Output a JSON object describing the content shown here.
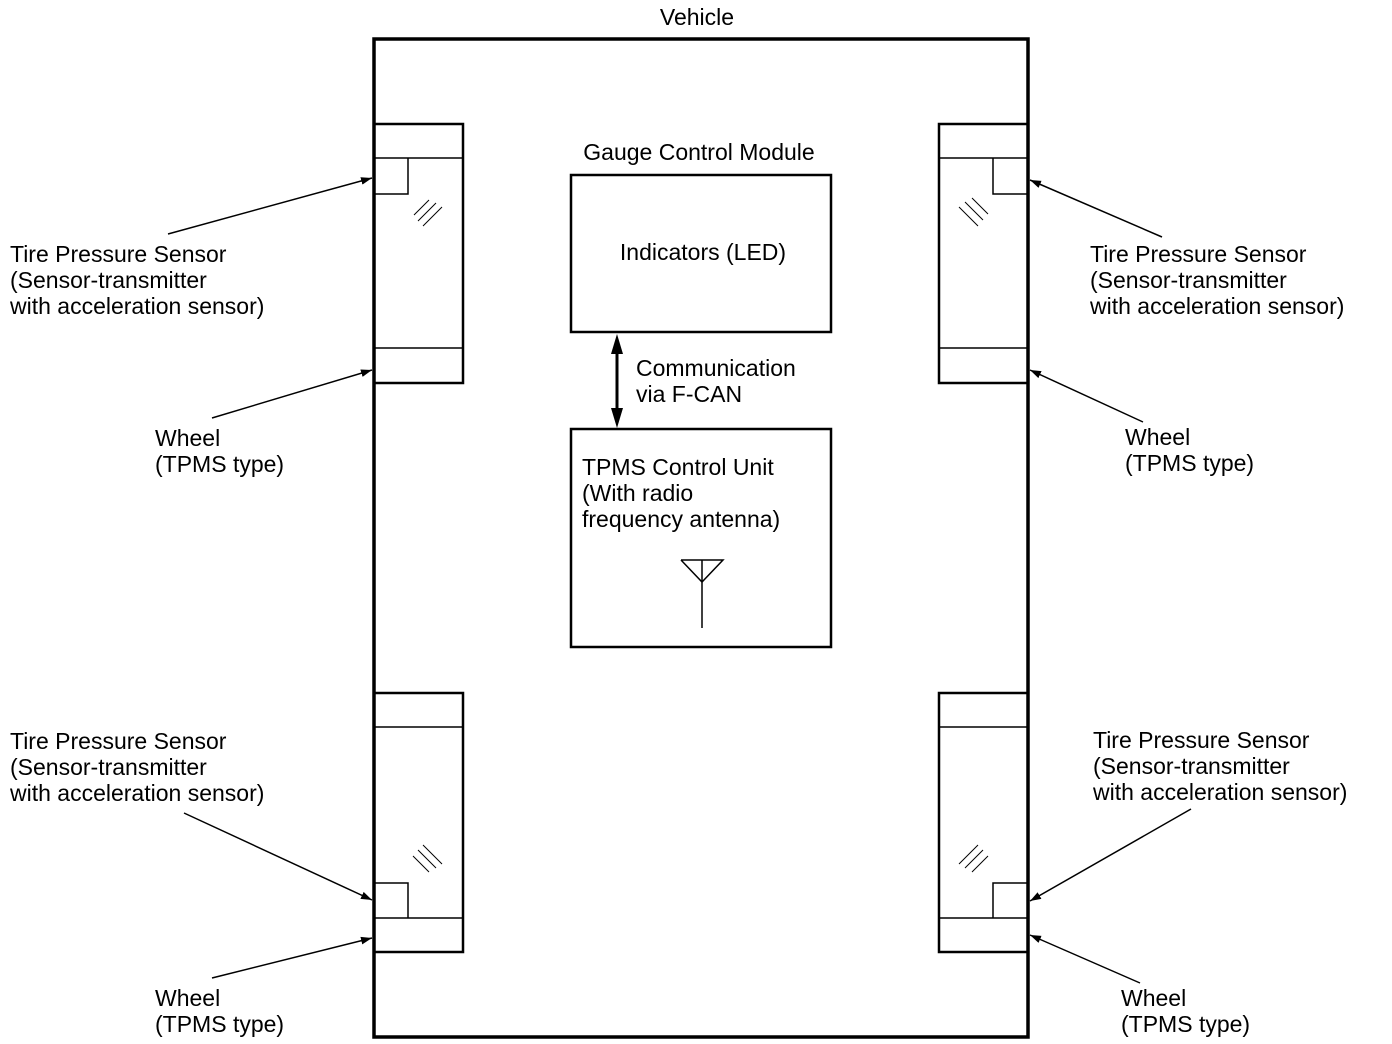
{
  "vehicle": {
    "title": "Vehicle"
  },
  "gauge": {
    "title": "Gauge Control Module",
    "indicators": "Indicators (LED)"
  },
  "communication": {
    "line1": "Communication",
    "line2": "via F-CAN"
  },
  "tpms_unit": {
    "line1": "TPMS Control Unit",
    "line2": "(With radio",
    "line3": "frequency antenna)"
  },
  "labels": {
    "front_left": {
      "sensor": [
        "Tire Pressure Sensor",
        "(Sensor-transmitter",
        "with acceleration sensor)"
      ],
      "wheel": [
        "Wheel",
        "(TPMS type)"
      ]
    },
    "front_right": {
      "sensor": [
        "Tire Pressure Sensor",
        "(Sensor-transmitter",
        "with acceleration sensor)"
      ],
      "wheel": [
        "Wheel",
        "(TPMS type)"
      ]
    },
    "rear_left": {
      "sensor": [
        "Tire Pressure Sensor",
        "(Sensor-transmitter",
        "with acceleration sensor)"
      ],
      "wheel": [
        "Wheel",
        "(TPMS type)"
      ]
    },
    "rear_right": {
      "sensor": [
        "Tire Pressure Sensor",
        "(Sensor-transmitter",
        "with acceleration sensor)"
      ],
      "wheel": [
        "Wheel",
        "(TPMS type)"
      ]
    }
  }
}
